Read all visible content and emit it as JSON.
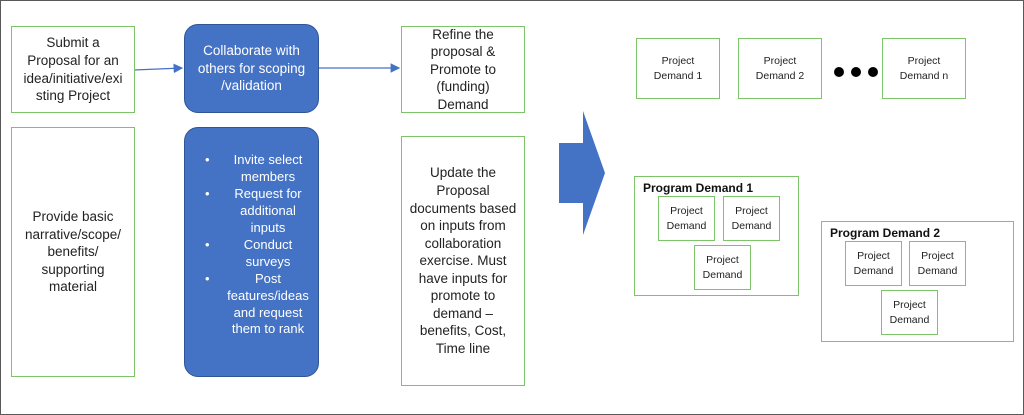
{
  "col1": {
    "submit": [
      "Submit  a",
      "Proposal for an",
      "idea/initiative/exi",
      "sting Project"
    ],
    "provide": [
      "Provide basic",
      "narrative/scope/",
      "benefits/",
      "supporting",
      "material"
    ]
  },
  "col2": {
    "collaborate": [
      "Collaborate with",
      "others for scoping",
      "/validation"
    ],
    "bullets": [
      [
        "Invite select",
        "members"
      ],
      [
        "Request for",
        "additional",
        "inputs"
      ],
      [
        "Conduct",
        "surveys"
      ],
      [
        "Post",
        "features/ideas",
        "and request",
        "them to rank"
      ]
    ]
  },
  "col3": {
    "refine": [
      "Refine the",
      "proposal &",
      "Promote to",
      "(funding)",
      "Demand"
    ],
    "update": [
      "Update the",
      "Proposal",
      "documents based",
      "on inputs from",
      "collaboration",
      "exercise. Must",
      "have inputs for",
      "promote to",
      "demand –",
      "benefits, Cost,",
      "Time line"
    ]
  },
  "projects": {
    "d1": [
      "Project",
      "Demand 1"
    ],
    "d2": [
      "Project",
      "Demand 2"
    ],
    "dn": [
      "Project",
      "Demand  n"
    ]
  },
  "program1": {
    "title": "Program Demand 1",
    "items": [
      [
        "Project",
        "Demand"
      ],
      [
        "Project",
        "Demand"
      ],
      [
        "Project",
        "Demand"
      ]
    ]
  },
  "program2": {
    "title": "Program Demand 2",
    "items": [
      [
        "Project",
        "Demand"
      ],
      [
        "Project",
        "Demand"
      ],
      [
        "Project",
        "Demand"
      ]
    ]
  },
  "colors": {
    "green_border": "#7dc36a",
    "blue_fill": "#4472c4",
    "arrow_blue": "#4472c4"
  }
}
